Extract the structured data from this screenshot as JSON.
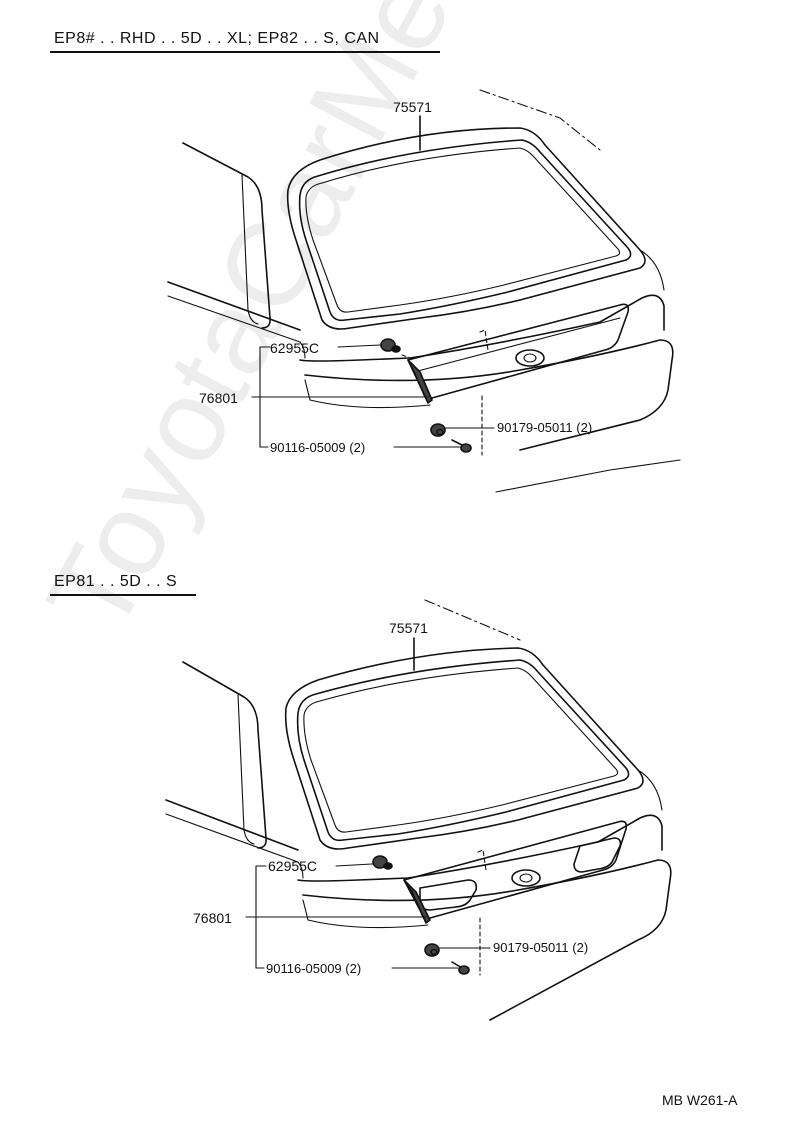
{
  "diagram_top": {
    "heading": "EP8# . . RHD . . 5D . . XL; EP82 . . S, CAN",
    "labels": {
      "rear_window_glass": "75571",
      "clip": "62955C",
      "garnish": "76801",
      "nut_screw": "90179-05011 (2)",
      "screw": "90116-05009 (2)"
    }
  },
  "diagram_bottom": {
    "heading": "EP81 . . 5D . . S",
    "labels": {
      "rear_window_glass": "75571",
      "clip": "62955C",
      "garnish": "76801",
      "nut_screw": "90179-05011 (2)",
      "screw": "90116-05009 (2)"
    }
  },
  "footer": {
    "code": "MB W261-A"
  },
  "watermark": "ToyotaCarMe.ru"
}
